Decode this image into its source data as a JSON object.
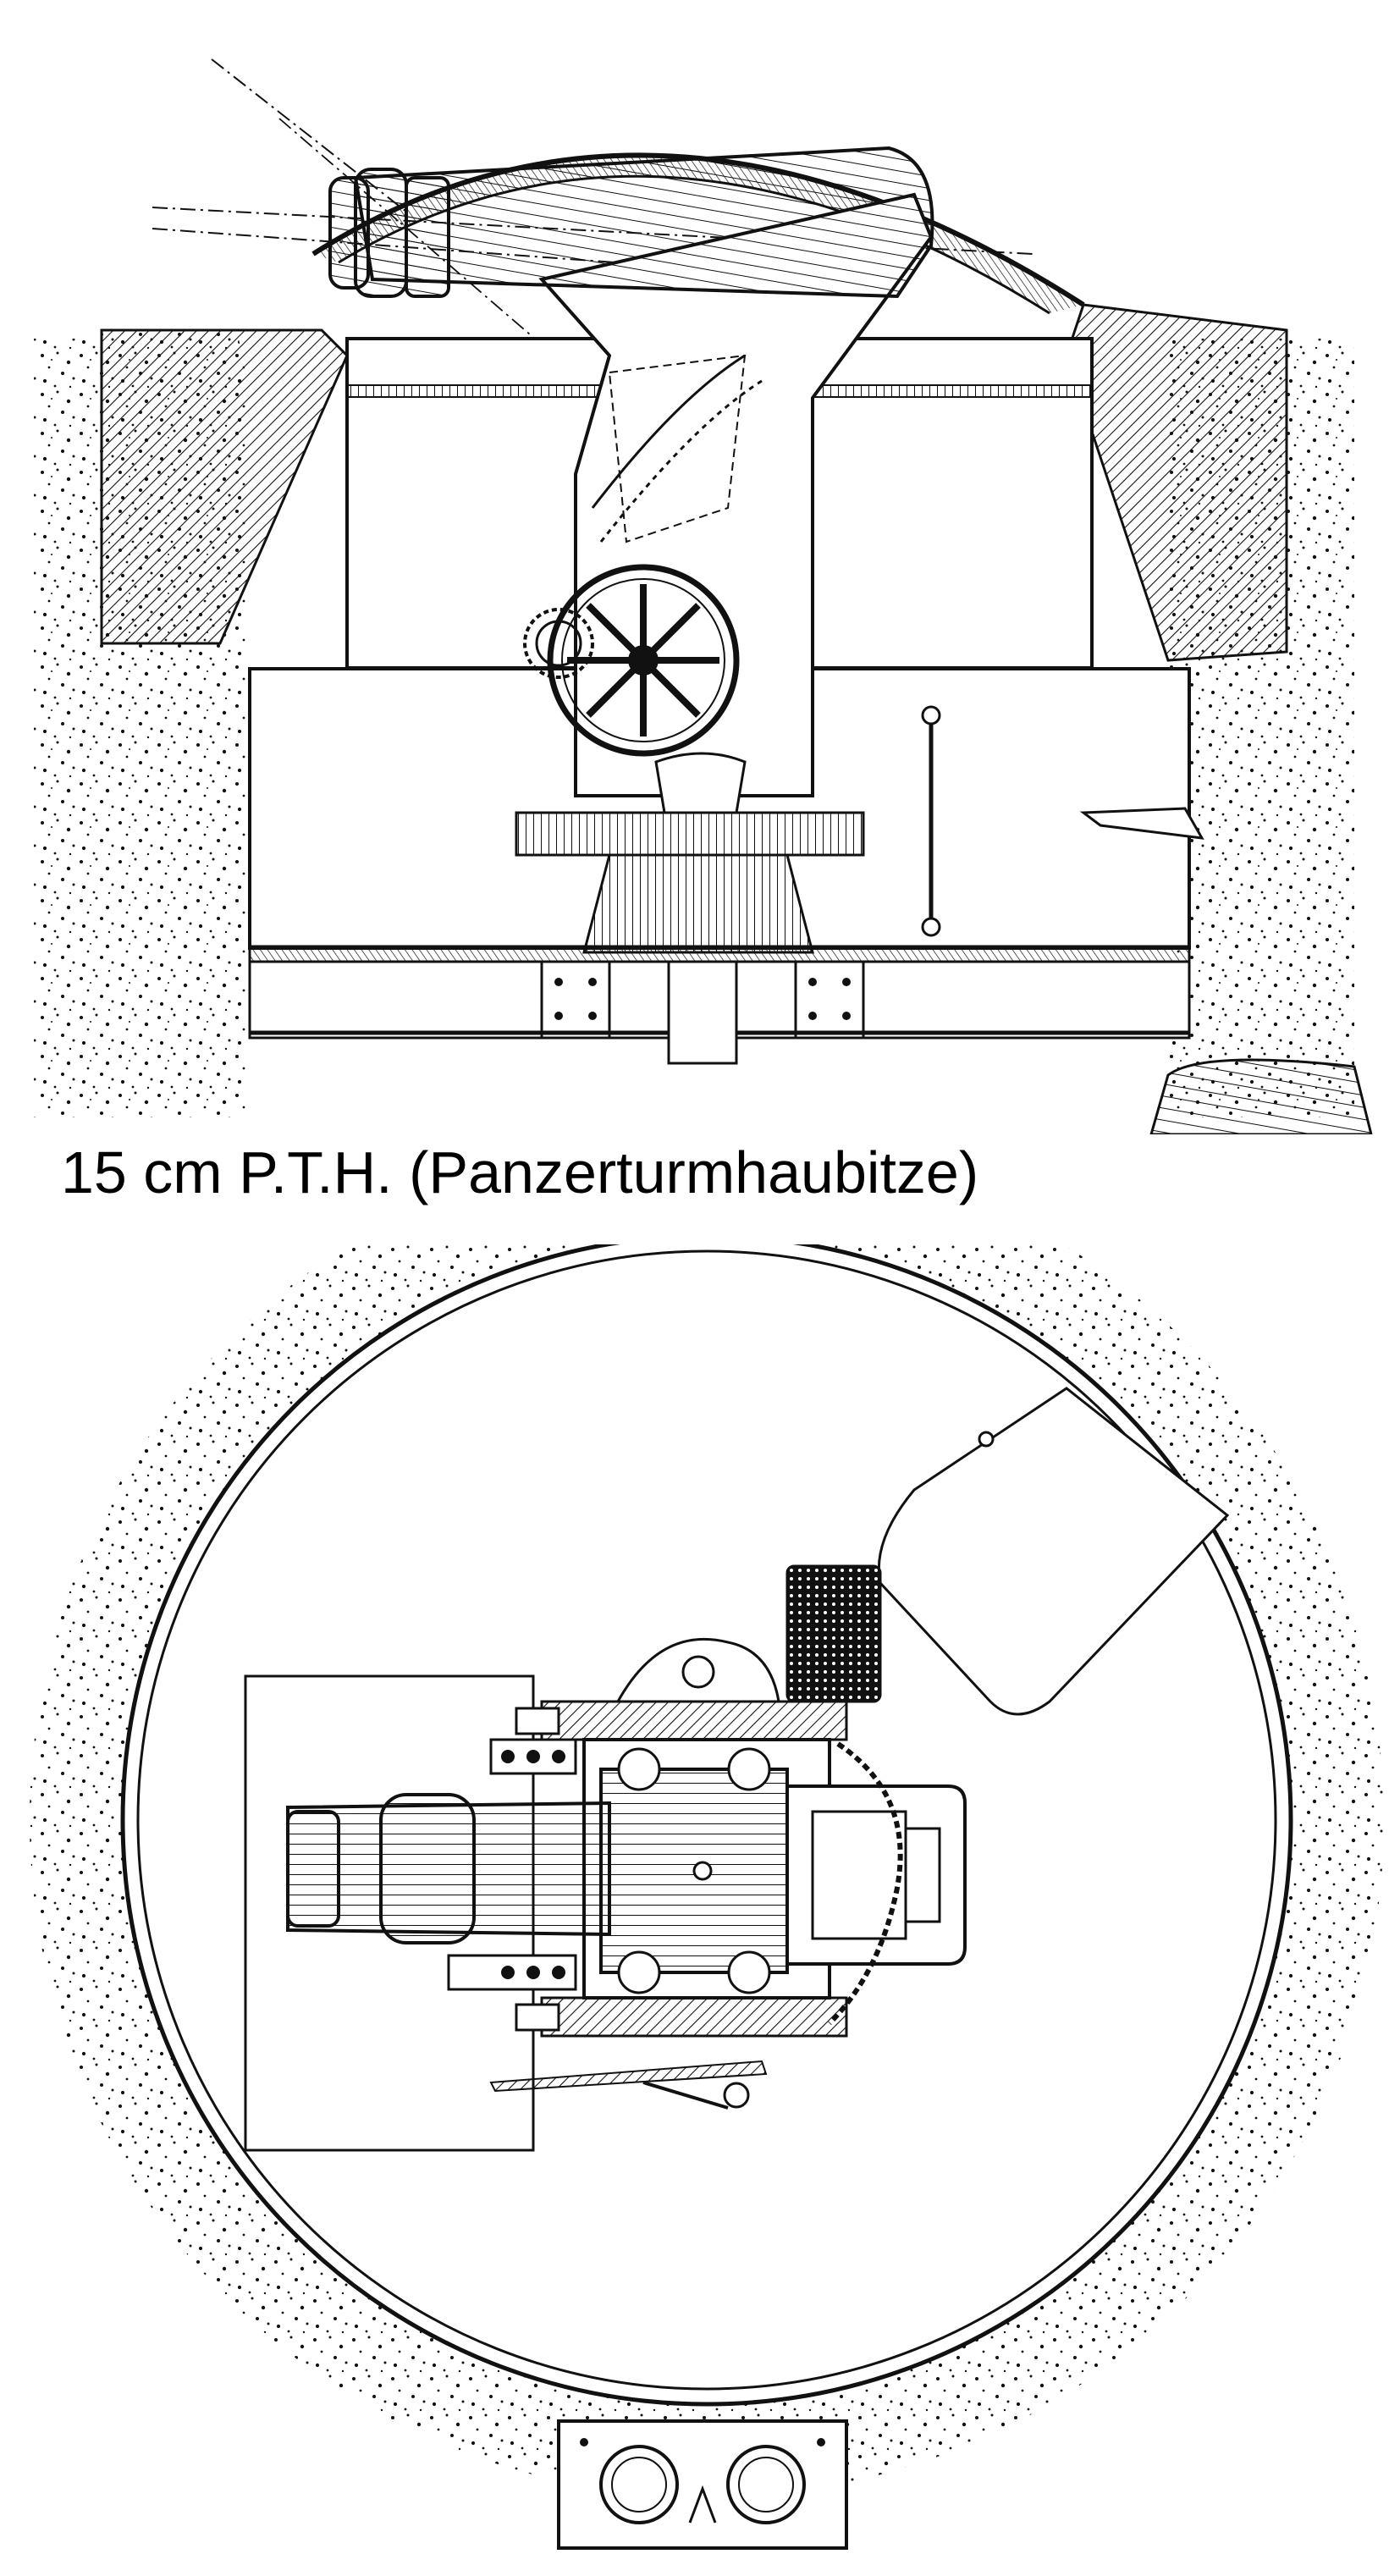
{
  "caption": {
    "text": "15 cm P.T.H. (Panzerturmhaubitze)"
  },
  "views": {
    "elevation": {
      "icon": "howitzer-turret-section-drawing"
    },
    "plan": {
      "icon": "howitzer-turret-plan-drawing"
    }
  },
  "colors": {
    "ink": "#111111",
    "paper": "#ffffff"
  }
}
